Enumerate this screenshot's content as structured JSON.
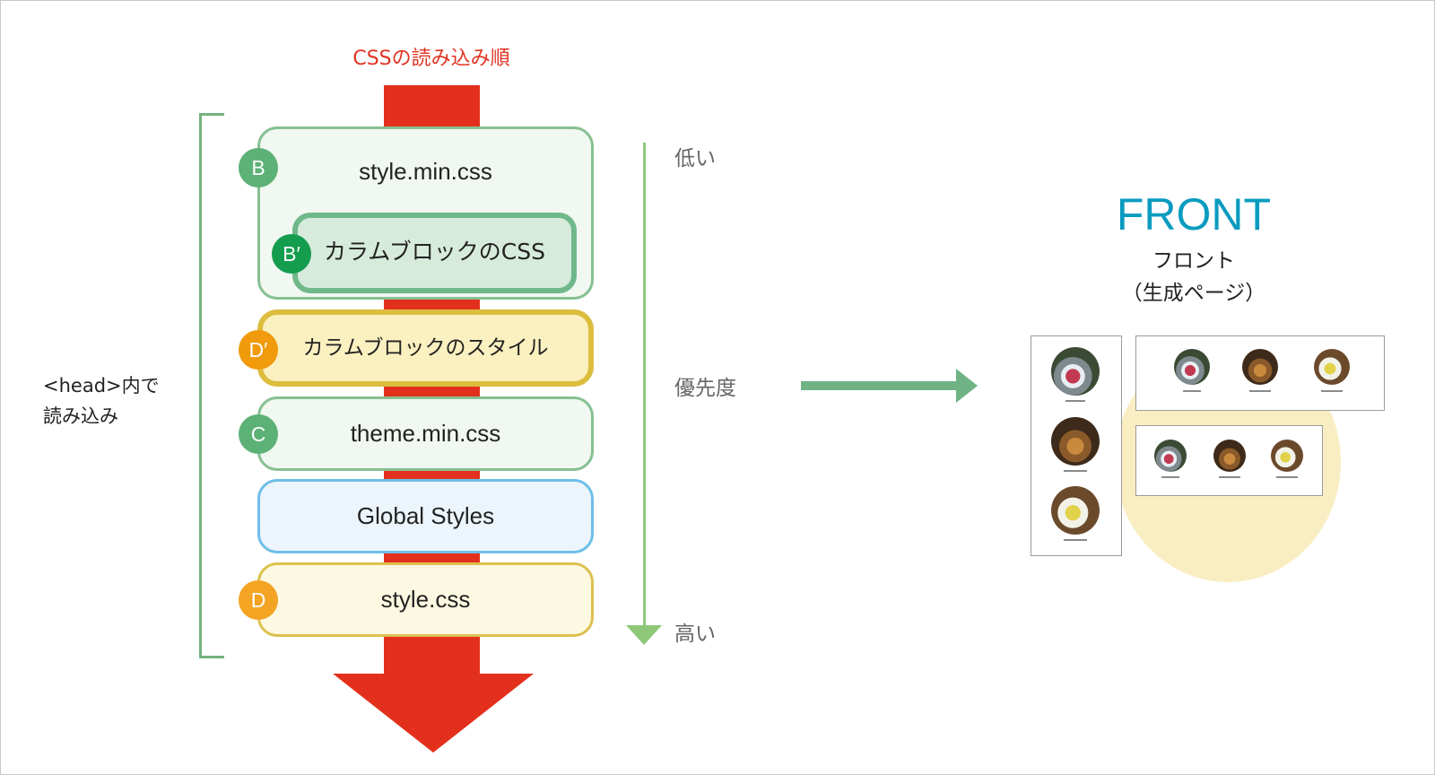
{
  "header": {
    "title": "CSSの読み込み順"
  },
  "left_label": {
    "line1": "<head>内で",
    "line2": "読み込み"
  },
  "boxes": [
    {
      "badge": "B",
      "label": "style.min.css"
    },
    {
      "badge": "B′",
      "label": "カラムブロックのCSS"
    },
    {
      "badge": "D′",
      "label": "カラムブロックのスタイル"
    },
    {
      "badge": "C",
      "label": "theme.min.css"
    },
    {
      "badge": "",
      "label": "Global Styles"
    },
    {
      "badge": "D",
      "label": "style.css"
    }
  ],
  "priority": {
    "low": "低い",
    "mid": "優先度",
    "high": "高い"
  },
  "front": {
    "title": "FRONT",
    "subtitle": "フロント",
    "subtitle2": "（生成ページ）"
  },
  "colors": {
    "order_arrow": "#e3301c",
    "priority_arrow": "#8dc879",
    "front_title": "#0a9bc0",
    "green_badge": "#5cb177",
    "dark_green_badge": "#149d4f",
    "orange_badge": "#f09a0c",
    "global_styles_border": "#6dbfe8"
  },
  "icons": [
    "red-down-arrow",
    "green-right-arrow",
    "priority-down-arrow"
  ]
}
